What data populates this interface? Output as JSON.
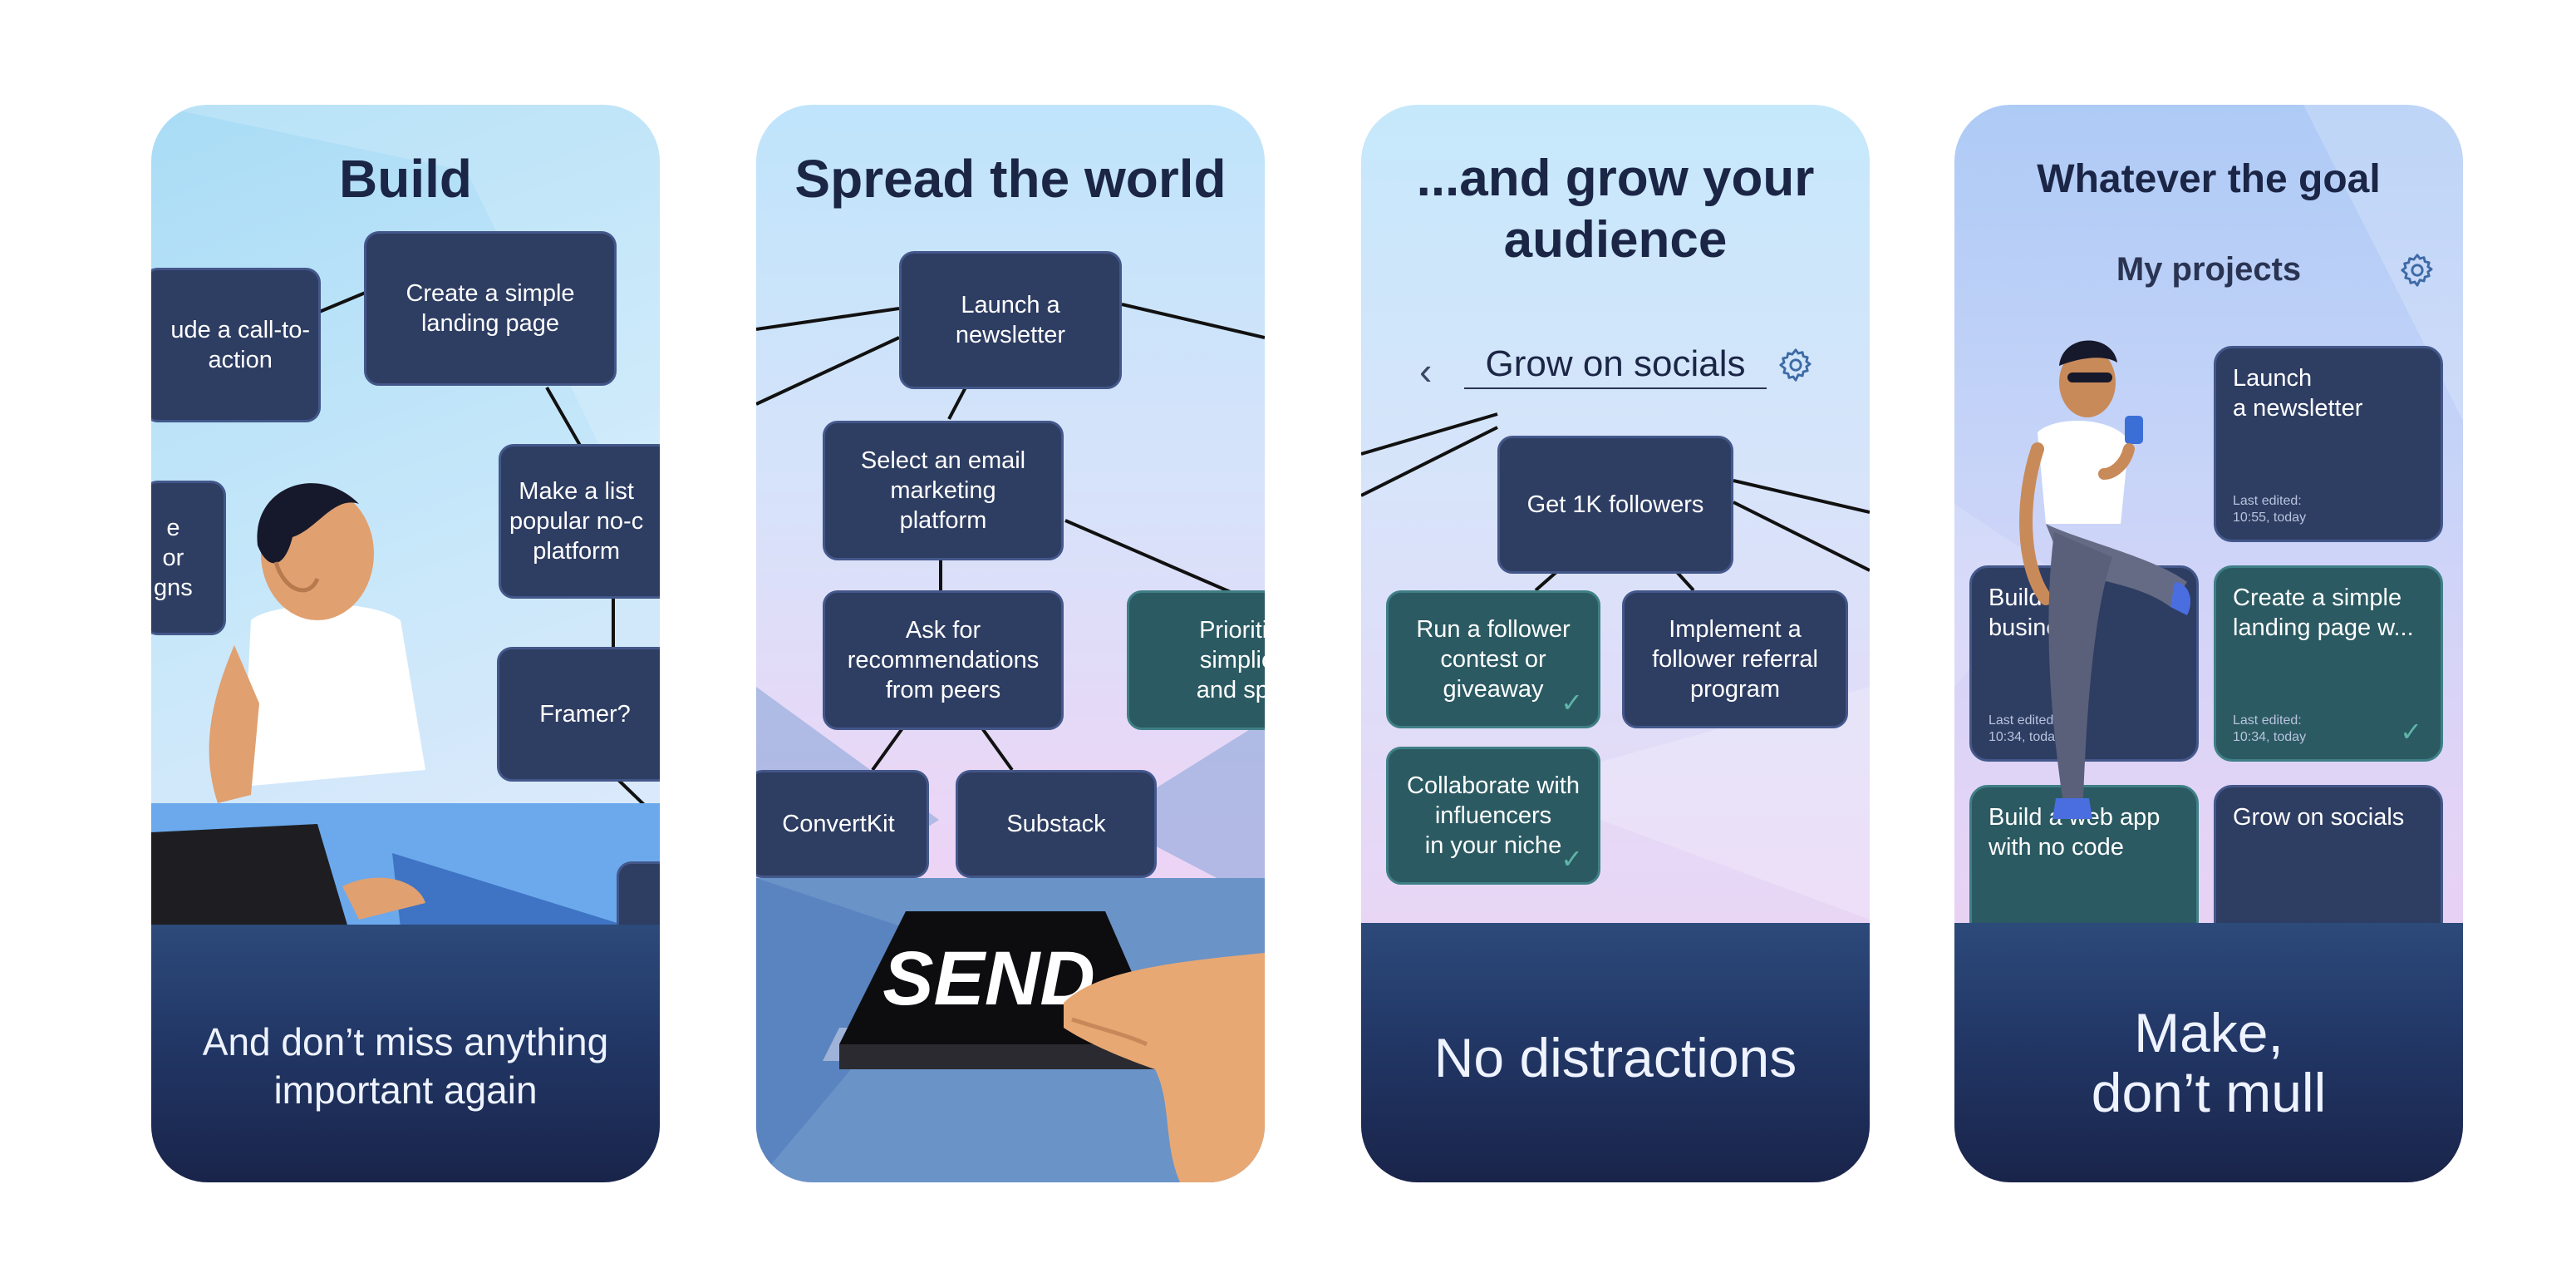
{
  "screen1": {
    "title": "Build",
    "nodes": [
      "ude a call-to-\naction",
      "Create a simple\nlanding page",
      "e\nor\ngns",
      "Make a list\npopular no-c\nplatform",
      "Framer?"
    ],
    "caption": "And don’t miss anything\nimportant again"
  },
  "screen2": {
    "title": "Spread the world",
    "nodes": [
      "Launch a\nnewsletter",
      "Select an email\nmarketing\nplatform",
      "Ask for\nrecommendations\nfrom peers",
      "Prioritiz\nsimplici\nand spe",
      "ConvertKit",
      "Substack"
    ],
    "send_label": "SEND"
  },
  "screen3": {
    "title": "...and grow your\naudience",
    "nav_title": "Grow on socials",
    "nodes": [
      "Get 1K followers",
      "Run a follower\ncontest or\ngiveaway",
      "Implement a\nfollower referral\nprogram",
      "Collaborate with\ninfluencers\nin your niche"
    ],
    "caption": "No distractions"
  },
  "screen4": {
    "title": "Whatever the goal",
    "header": "My projects",
    "projects": [
      {
        "title": "Launch\na newsletter",
        "edited": "Last edited:\n10:55, today"
      },
      {
        "title": "Build a    e\nbusine",
        "edited": "Last edited:\n10:34, today"
      },
      {
        "title": "Create a simple\nlanding page w...",
        "edited": "Last edited:\n10:34, today"
      },
      {
        "title": "Build a web app\nwith no code",
        "edited": ""
      },
      {
        "title": "Grow on socials",
        "edited": ""
      }
    ],
    "caption": "Make,\ndon’t mull"
  },
  "colors": {
    "node": "#2e3d62",
    "node_teal": "#2b5a62",
    "footer": "#223766",
    "title": "#1b2545",
    "check": "#5fb5a8"
  }
}
